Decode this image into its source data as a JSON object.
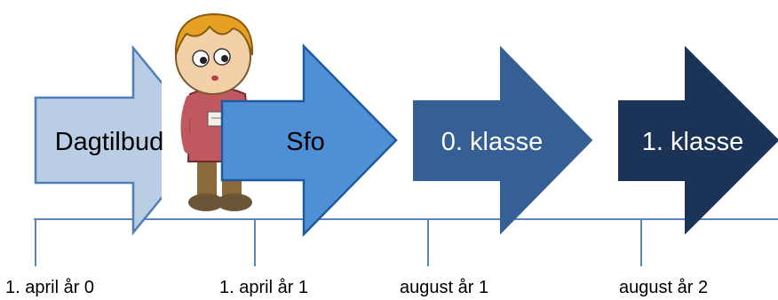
{
  "colors": {
    "arrow_dagtilbud": "#b9cde5",
    "arrow_sfo": "#4f8fd6",
    "arrow_0_klasse": "#365f96",
    "arrow_1_klasse": "#1c3358",
    "timeline": "#5a86b8"
  },
  "stages": [
    {
      "label": "Dagtilbud"
    },
    {
      "label": "Sfo"
    },
    {
      "label": "0. klasse"
    },
    {
      "label": "1. klasse"
    }
  ],
  "dates": [
    {
      "label": "1. april år 0"
    },
    {
      "label": "1. april år 1"
    },
    {
      "label": "august  år 1"
    },
    {
      "label": "august år 2"
    }
  ]
}
